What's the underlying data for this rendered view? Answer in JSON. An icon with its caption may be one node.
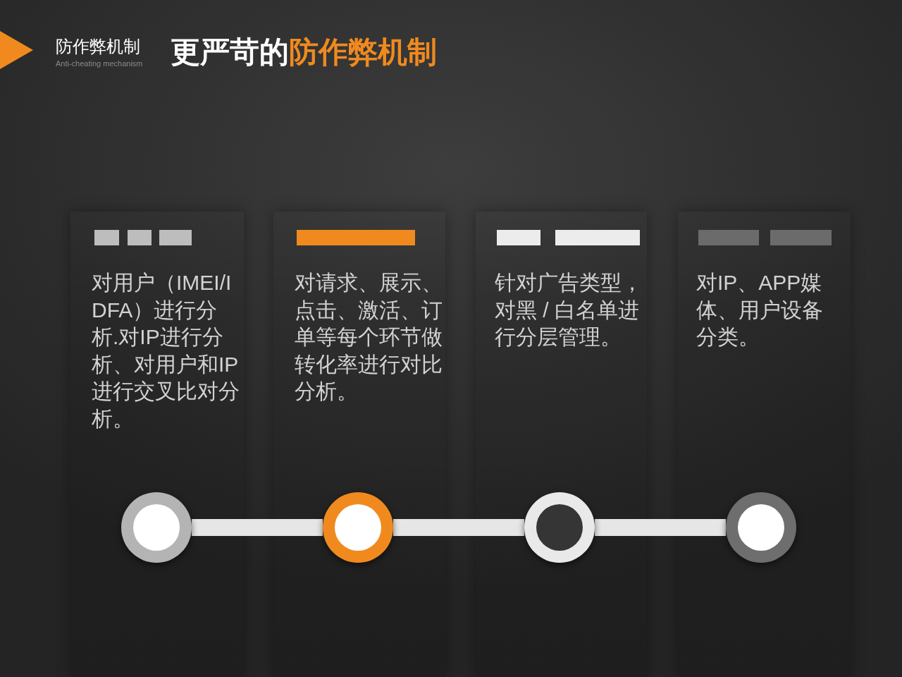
{
  "diagram": {
    "title": "更严苛的**防作弊机制**",
    "nodes": [
      {
        "text": [
          "对用户（IMEI/IDFA）进行分析.对IP进行分析、对用户和IP进行交叉比对分析。"
        ]
      },
      {
        "text": [
          "对请求、展示、点击、激活、订单等每个环节做转化率进行对比分析。"
        ]
      },
      {
        "text": [
          "针对广告类型，对黑 / 白名单进行分层管理。"
        ]
      },
      {
        "text": [
          "对IP、APP媒体、用户设备分类。"
        ]
      },
      {
        "text": [],
        "shape": "circle",
        "in": 0
      },
      {
        "text": [],
        "shape": "circle",
        "in": 1
      },
      {
        "text": [],
        "shape": "circle",
        "in": 2
      },
      {
        "text": [],
        "shape": "circle",
        "in": 3
      }
    ],
    "edges": [
      {
        "from": 4,
        "to": 5,
        "arrow": "none"
      },
      {
        "from": 5,
        "to": 6,
        "arrow": "none"
      },
      {
        "from": 6,
        "to": 7,
        "arrow": "none"
      }
    ],
    "labels": [
      "防作弊机制",
      "Anti-cheating mechanism"
    ]
  }
}
